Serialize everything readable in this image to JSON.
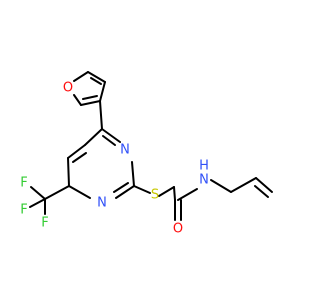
{
  "molecule": {
    "atoms": {
      "furan_o": {
        "symbol": "O",
        "color": "#ff0d0d"
      },
      "n1": {
        "symbol": "N",
        "color": "#3050f8"
      },
      "n3": {
        "symbol": "N",
        "color": "#3050f8"
      },
      "s": {
        "symbol": "S",
        "color": "#c8c800"
      },
      "f1": {
        "symbol": "F",
        "color": "#33cc33"
      },
      "f2": {
        "symbol": "F",
        "color": "#33cc33"
      },
      "f3": {
        "symbol": "F",
        "color": "#33cc33"
      },
      "carbonyl_o": {
        "symbol": "O",
        "color": "#ff0d0d"
      },
      "amide_n": {
        "symbol": "N",
        "color": "#3050f8"
      },
      "amide_h": {
        "symbol": "H",
        "color": "#3050f8"
      }
    },
    "bond_color": "#000000"
  }
}
